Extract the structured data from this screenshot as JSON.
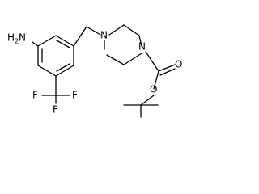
{
  "molecule": {
    "atoms": {
      "amine": {
        "symbol": "N",
        "hydrogens": "H",
        "count": "2"
      },
      "fluorine_1": "F",
      "fluorine_2": "F",
      "fluorine_3": "F",
      "piperazine_n4": "N",
      "piperazine_n1": "N",
      "carbonyl_o": "O",
      "ester_o": "O"
    }
  }
}
